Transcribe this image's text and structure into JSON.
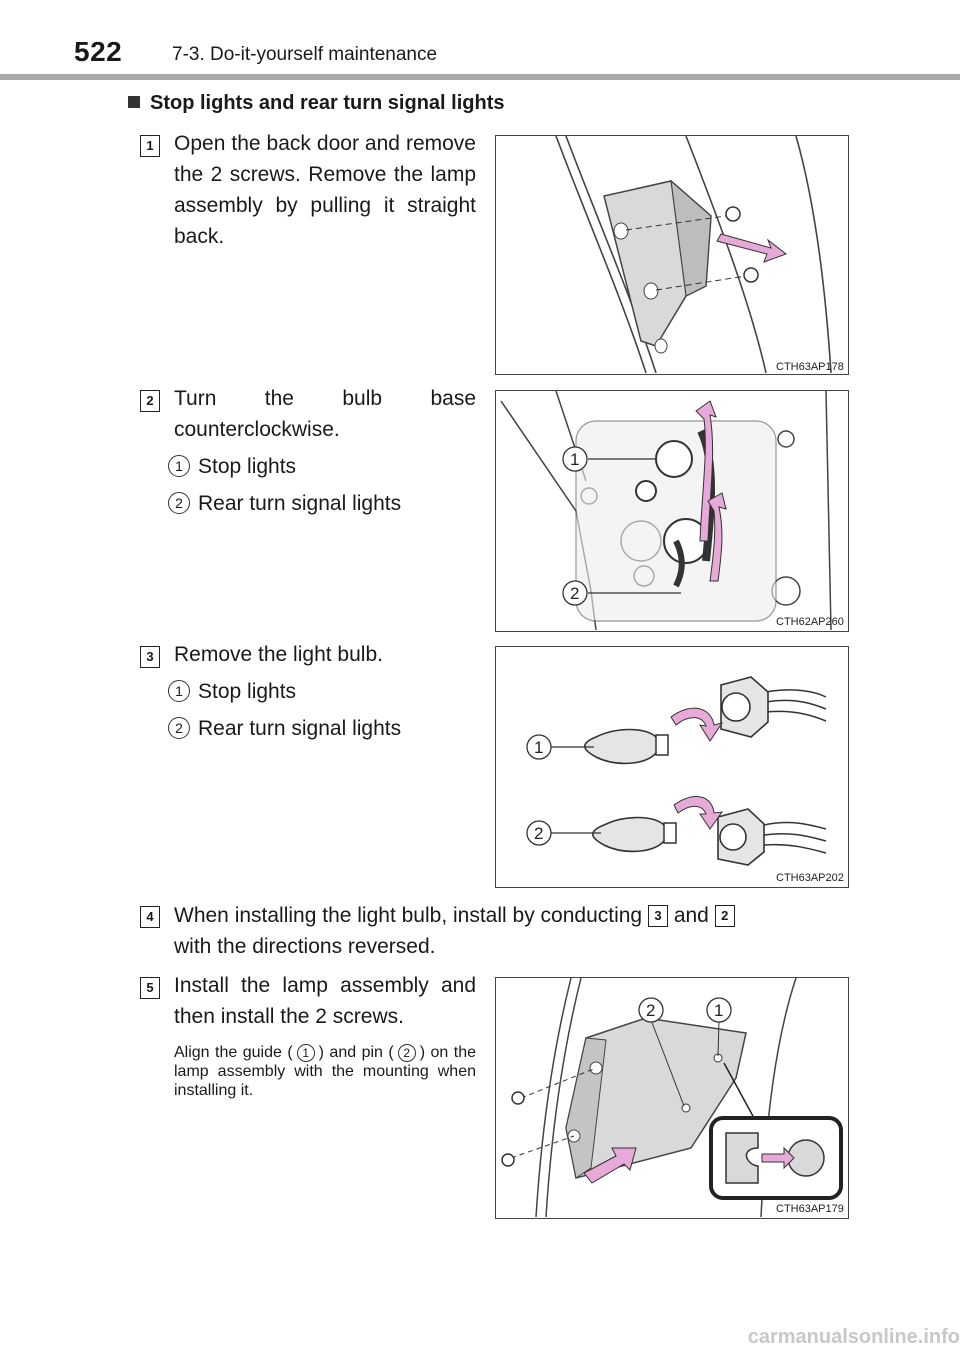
{
  "header": {
    "page_number": "522",
    "section": "7-3. Do-it-yourself maintenance"
  },
  "heading": "Stop lights and rear turn signal lights",
  "steps": [
    {
      "num": "1",
      "text": "Open the back door and remove the 2 screws. Remove the lamp assembly by pulling it straight back.",
      "image_code": "CTH63AP178"
    },
    {
      "num": "2",
      "text": "Turn the bulb base counterclockwise.",
      "items": [
        {
          "num": "1",
          "label": "Stop lights"
        },
        {
          "num": "2",
          "label": "Rear turn signal lights"
        }
      ],
      "image_code": "CTH62AP260"
    },
    {
      "num": "3",
      "text": "Remove the light bulb.",
      "items": [
        {
          "num": "1",
          "label": "Stop lights"
        },
        {
          "num": "2",
          "label": "Rear turn signal lights"
        }
      ],
      "image_code": "CTH63AP202"
    },
    {
      "num": "4",
      "text_before": "When installing the light bulb, install by conducting",
      "ref_a": "3",
      "text_mid": "and",
      "ref_b": "2",
      "text_after": "with the directions reversed."
    },
    {
      "num": "5",
      "text": "Install the lamp assembly and then install the 2 screws.",
      "note_a": "Align the guide (",
      "note_ref1": "1",
      "note_b": ") and pin (",
      "note_ref2": "2",
      "note_c": ") on the lamp assembly with the mounting when installing it.",
      "image_code": "CTH63AP179"
    }
  ],
  "callouts": {
    "one": "1",
    "two": "2"
  },
  "watermark": "carmanualsonline.info",
  "colors": {
    "arrow": "#e6a9d8",
    "rule": "#a9a9a9"
  }
}
